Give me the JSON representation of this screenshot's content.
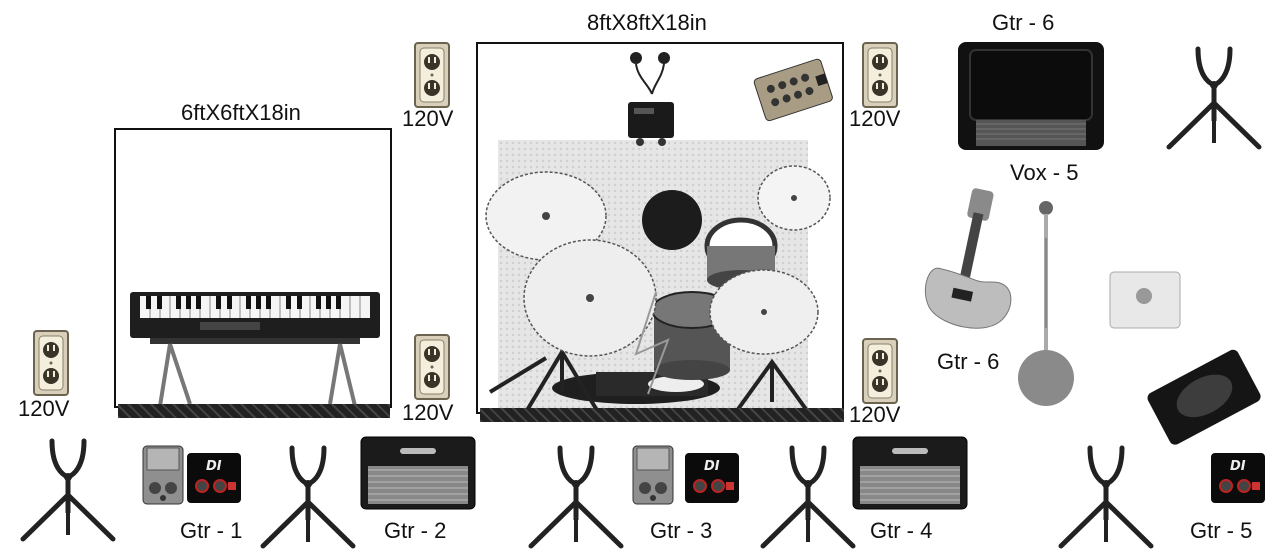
{
  "risers": {
    "small_label": "6ftX6ftX18in",
    "large_label": "8ftX8ftX18in"
  },
  "outlets": {
    "label": "120V"
  },
  "stations": {
    "gtr1": "Gtr - 1",
    "gtr2": "Gtr - 2",
    "gtr3": "Gtr - 3",
    "gtr4": "Gtr - 4",
    "gtr5": "Gtr - 5",
    "gtr6_top": "Gtr - 6",
    "gtr6_mid": "Gtr - 6",
    "vox5": "Vox - 5"
  },
  "di_box": {
    "text": "DI"
  }
}
